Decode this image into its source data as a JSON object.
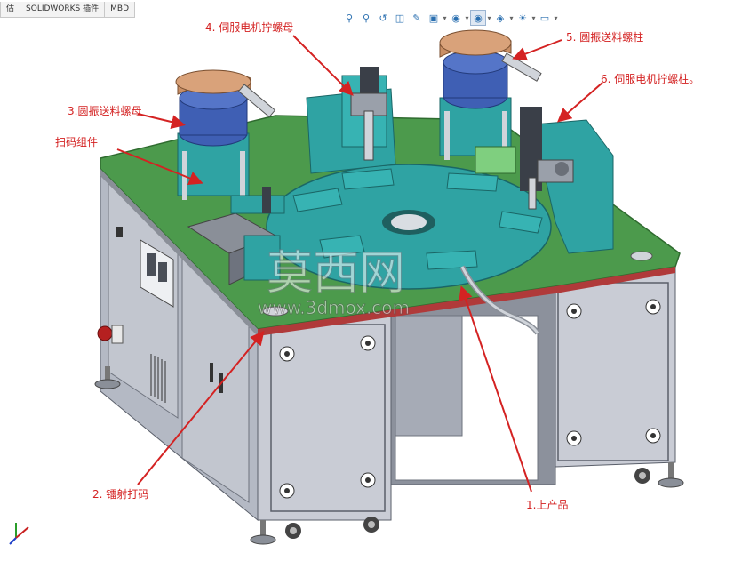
{
  "tabs": [
    "估",
    "SOLIDWORKS 插件",
    "MBD"
  ],
  "toolbar": {
    "icons": [
      "zoom-to-fit-icon",
      "zoom-area-icon",
      "previous-view-icon",
      "section-view-icon",
      "dynamic-annotation-icon",
      "view-orientation-icon",
      "display-style-icon",
      "hide-show-icon",
      "edit-appearance-icon",
      "apply-scene-icon",
      "view-settings-icon"
    ]
  },
  "callouts": {
    "c1": "1.上产品",
    "c2": "2. 镭射打码",
    "c3": "3.圆振送料螺母",
    "c4": "4. 伺服电机拧螺母",
    "c5": "5. 圆振送料螺柱",
    "c6": "6. 伺服电机拧螺柱。",
    "scan": "扫码组件"
  },
  "watermark": {
    "name": "莫西网",
    "url": "www.3dmox.com"
  },
  "colors": {
    "callout": "#d42222",
    "table_top": "#4c9a4c",
    "cabinet": "#c5c9d3",
    "turntable": "#2fa3a3",
    "bowl": "#3f5fb4",
    "hopper": "#c98f66"
  }
}
